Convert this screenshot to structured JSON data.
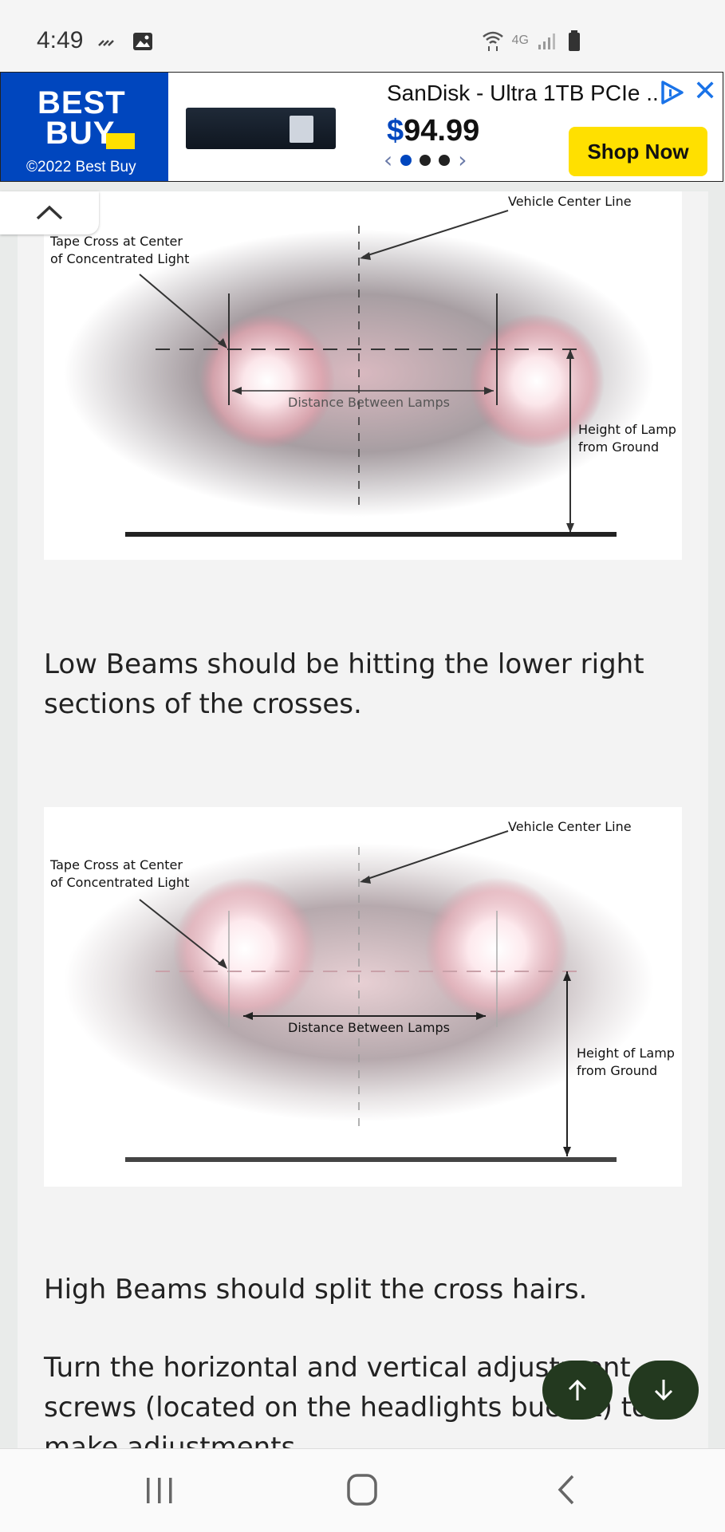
{
  "status_bar": {
    "time": "4:49",
    "network": "4G"
  },
  "ad": {
    "brand_line1": "BEST",
    "brand_line2": "BUY",
    "copyright": "©2022 Best Buy",
    "product_title": "SanDisk - Ultra 1TB PCIe ..",
    "price_currency": "$",
    "price_amount": "94.99",
    "cta": "Shop Now",
    "icons": [
      "adchoices-play-icon",
      "close-icon",
      "chevron-left-icon",
      "chevron-right-icon"
    ]
  },
  "figure1": {
    "label_center_line": "Vehicle Center Line",
    "label_tape_cross_1": "Tape Cross at Center",
    "label_tape_cross_2": "of Concentrated Light",
    "label_distance": "Distance Between Lamps",
    "label_height_1": "Height of Lamp",
    "label_height_2": "from Ground"
  },
  "paragraph1": "Low Beams should be hitting the lower right sections of the crosses.",
  "figure2": {
    "label_center_line": "Vehicle Center Line",
    "label_tape_cross_1": "Tape Cross at Center",
    "label_tape_cross_2": "of Concentrated Light",
    "label_distance": "Distance Between Lamps",
    "label_height_1": "Height of Lamp",
    "label_height_2": "from Ground"
  },
  "paragraph2": "High Beams should split the cross hairs.",
  "paragraph3": "Turn the horizontal and vertical adjustment screws (located on the headlights bucket) to make adjustments.",
  "colors": {
    "brand_blue": "#0046be",
    "brand_yellow": "#ffe000",
    "fab_green": "#23391f"
  }
}
